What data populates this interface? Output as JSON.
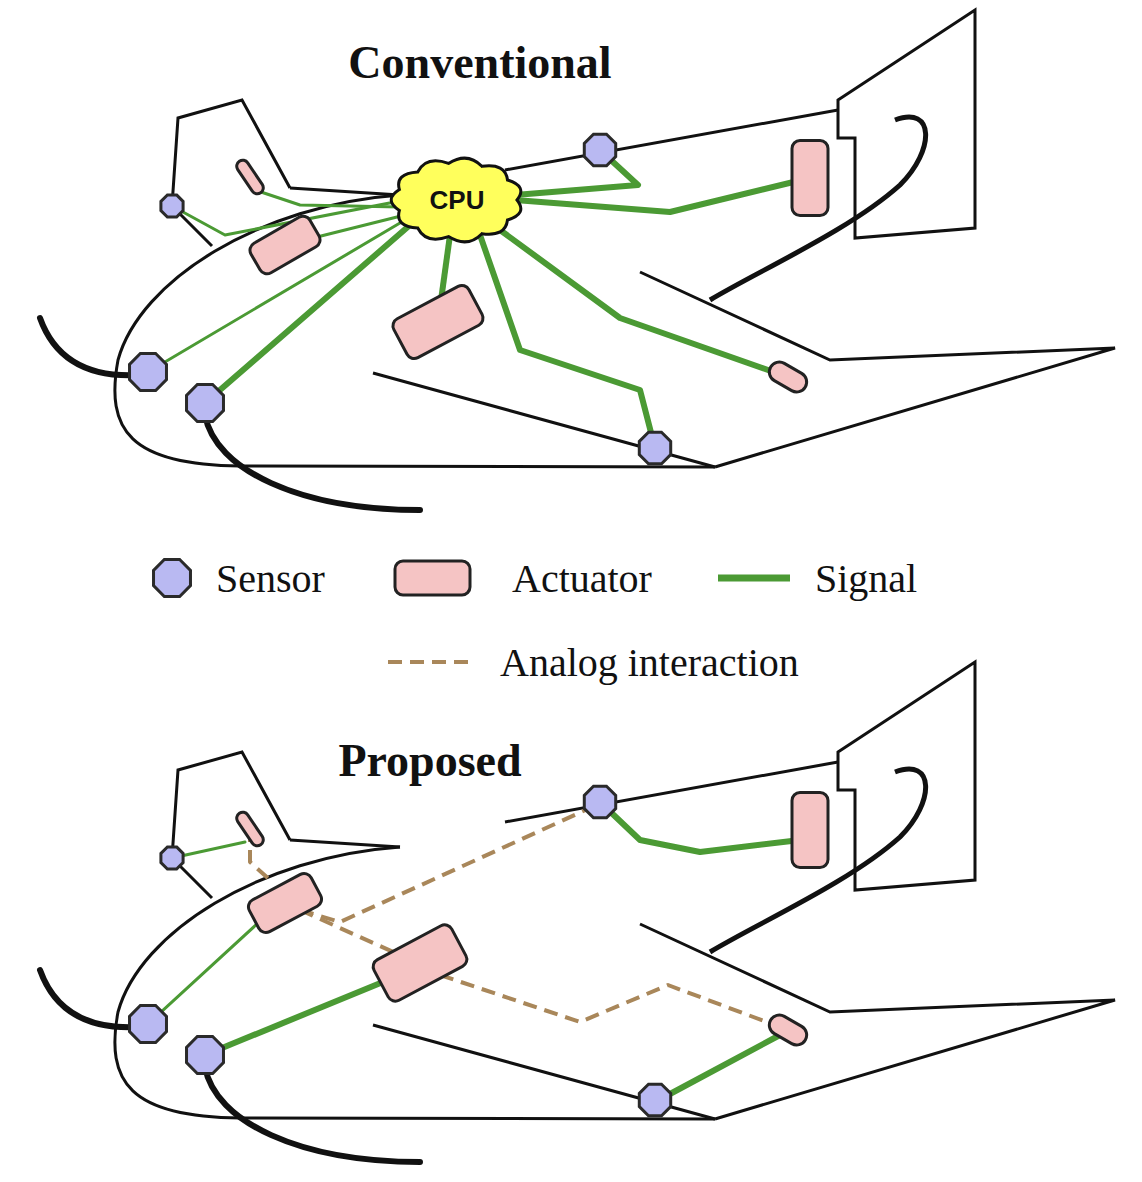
{
  "diagram": {
    "nodes": [
      {
        "text": [
          "CPU"
        ]
      }
    ],
    "labels": [
      "Conventional",
      "Proposed"
    ],
    "legend": [
      {
        "text": "Sensor"
      },
      {
        "text": "Actuator"
      },
      {
        "text": "Signal"
      },
      {
        "text": "Analog interaction"
      }
    ]
  }
}
